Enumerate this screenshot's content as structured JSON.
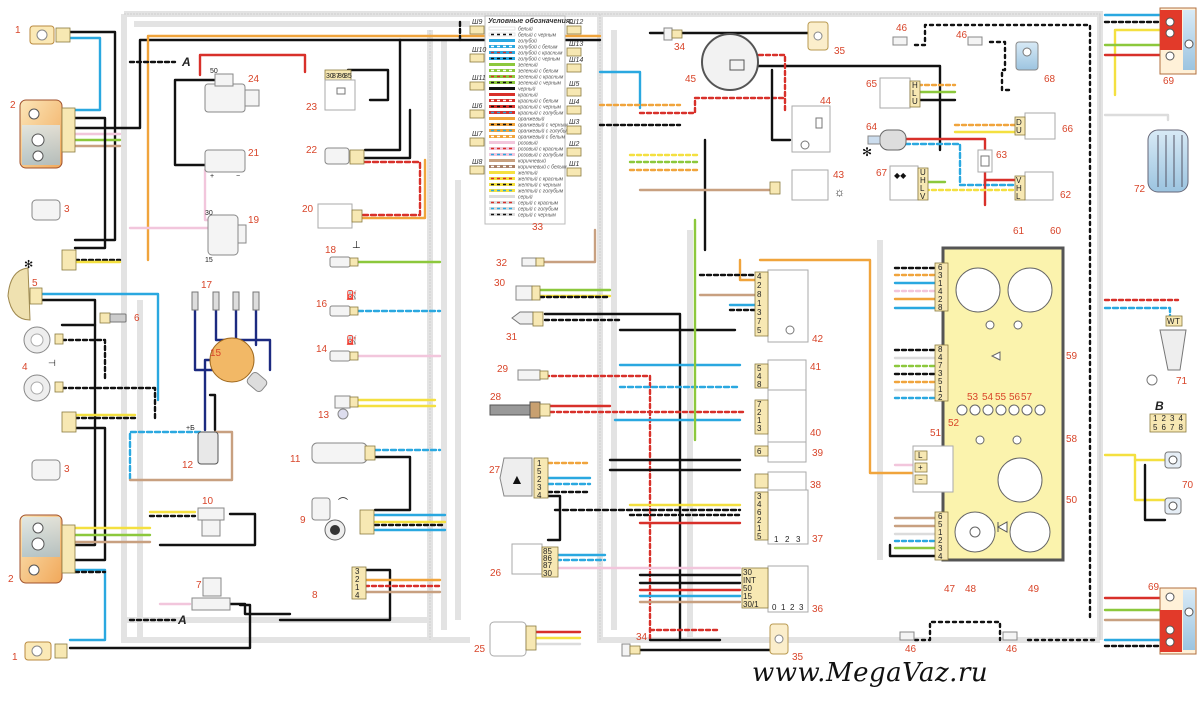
{
  "title_partial": "Схема электрооборудования",
  "legend": {
    "title": "Условные обозначения:",
    "number": "33",
    "entries": [
      {
        "label": "белый",
        "color": "#ffffff",
        "stripe": null
      },
      {
        "label": "белый с черным",
        "color": "#ffffff",
        "stripe": "#111111"
      },
      {
        "label": "голубой",
        "color": "#2aa8e0",
        "stripe": null
      },
      {
        "label": "голубой с белым",
        "color": "#2aa8e0",
        "stripe": "#ffffff"
      },
      {
        "label": "голубой с красным",
        "color": "#2aa8e0",
        "stripe": "#d8302a"
      },
      {
        "label": "голубой с черным",
        "color": "#2aa8e0",
        "stripe": "#111111"
      },
      {
        "label": "зеленый",
        "color": "#8cc83c",
        "stripe": null
      },
      {
        "label": "зеленый с белым",
        "color": "#8cc83c",
        "stripe": "#ffffff"
      },
      {
        "label": "зеленый с красным",
        "color": "#8cc83c",
        "stripe": "#d8302a"
      },
      {
        "label": "зеленый с черным",
        "color": "#8cc83c",
        "stripe": "#111111"
      },
      {
        "label": "черный",
        "color": "#111111",
        "stripe": null
      },
      {
        "label": "красный",
        "color": "#d8302a",
        "stripe": null
      },
      {
        "label": "красный с белым",
        "color": "#d8302a",
        "stripe": "#ffffff"
      },
      {
        "label": "красный с черным",
        "color": "#d8302a",
        "stripe": "#111111"
      },
      {
        "label": "красный с голубым",
        "color": "#d8302a",
        "stripe": "#2aa8e0"
      },
      {
        "label": "оранжевый",
        "color": "#f0a43c",
        "stripe": null
      },
      {
        "label": "оранжевый с черным",
        "color": "#f0a43c",
        "stripe": "#111111"
      },
      {
        "label": "оранжевый с голубым",
        "color": "#f0a43c",
        "stripe": "#2aa8e0"
      },
      {
        "label": "оранжевый с белым",
        "color": "#f0a43c",
        "stripe": "#ffffff"
      },
      {
        "label": "розовый",
        "color": "#f2c6dc",
        "stripe": null
      },
      {
        "label": "розовый с красным",
        "color": "#f2c6dc",
        "stripe": "#d8302a"
      },
      {
        "label": "розовый с голубым",
        "color": "#f2c6dc",
        "stripe": "#2aa8e0"
      },
      {
        "label": "коричневый",
        "color": "#c8a080",
        "stripe": null
      },
      {
        "label": "коричневый с белым",
        "color": "#a88068",
        "stripe": "#ffffff"
      },
      {
        "label": "желтый",
        "color": "#f4e040",
        "stripe": null
      },
      {
        "label": "желтый с красным",
        "color": "#f4e040",
        "stripe": "#d8302a"
      },
      {
        "label": "желтый с черным",
        "color": "#f4e040",
        "stripe": "#111111"
      },
      {
        "label": "желтый с голубым",
        "color": "#f4e040",
        "stripe": "#2aa8e0"
      },
      {
        "label": "серый",
        "color": "#dcdcdc",
        "stripe": null
      },
      {
        "label": "серый с красным",
        "color": "#dcdcdc",
        "stripe": "#d8302a"
      },
      {
        "label": "серый с голубым",
        "color": "#dcdcdc",
        "stripe": "#2aa8e0"
      },
      {
        "label": "серый с черным",
        "color": "#dcdcdc",
        "stripe": "#111111"
      }
    ]
  },
  "connector_blocks_left": [
    "Ш9",
    "Ш10",
    "Ш11",
    "Ш6",
    "Ш7",
    "Ш8"
  ],
  "connector_blocks_right": [
    "Ш12",
    "Ш13",
    "Ш14",
    "Ш5",
    "Ш4",
    "Ш3",
    "Ш2",
    "Ш1"
  ],
  "markers": {
    "a_top": "A",
    "a_bottom": "A",
    "b_label": "B",
    "b_pins": [
      "1",
      "2",
      "3",
      "4",
      "5",
      "6",
      "7",
      "8"
    ]
  },
  "components": {
    "c1": "1",
    "c2": "2",
    "c3": "3",
    "c4": "4",
    "c5": "5",
    "c6": "6",
    "c7": "7",
    "c8": "8",
    "c9": "9",
    "c10": "10",
    "c11": "11",
    "c12": "12",
    "c13": "13",
    "c14": "14",
    "c15": "15",
    "c16": "16",
    "c17": "17",
    "c18": "18",
    "c19": "19",
    "c20": "20",
    "c21": "21",
    "c22": "22",
    "c23": "23",
    "c24": "24",
    "c25": "25",
    "c26": "26",
    "c27": "27",
    "c28": "28",
    "c29": "29",
    "c30": "30",
    "c31": "31",
    "c32": "32",
    "c34": "34",
    "c35": "35",
    "c36": "36",
    "c37": "37",
    "c38": "38",
    "c39": "39",
    "c40": "40",
    "c41": "41",
    "c42": "42",
    "c43": "43",
    "c44": "44",
    "c45": "45",
    "c46": "46",
    "c47": "47",
    "c48": "48",
    "c49": "49",
    "c50": "50",
    "c51": "51",
    "c52": "52",
    "c53": "53",
    "c54": "54",
    "c55": "55",
    "c56": "56",
    "c57": "57",
    "c58": "58",
    "c59": "59",
    "c60": "60",
    "c61": "61",
    "c62": "62",
    "c63": "63",
    "c64": "64",
    "c65": "65",
    "c66": "66",
    "c67": "67",
    "c68": "68",
    "c69": "69",
    "c70": "70",
    "c71": "71",
    "c72": "72"
  },
  "terminals": {
    "relay23": [
      "30",
      "87",
      "86",
      "85"
    ],
    "starter24": "50",
    "generator19": [
      "30",
      "15"
    ],
    "battery21": [
      "+",
      "−"
    ],
    "coil12": "+Б",
    "relay26": [
      "85",
      "86",
      "87",
      "30"
    ],
    "switch27": [
      "1",
      "5",
      "2",
      "3",
      "4"
    ],
    "ignition36": [
      "30",
      "INT",
      "50",
      "15",
      "30/1"
    ],
    "ignition36_pos": [
      "0",
      "1",
      "2",
      "3"
    ],
    "switch37": [
      "3",
      "4",
      "6",
      "2",
      "1",
      "5"
    ],
    "switch37_pos": [
      "1",
      "2",
      "3"
    ],
    "switch40": [
      "7",
      "2",
      "1",
      "3"
    ],
    "switch39": [
      "6"
    ],
    "switch41": [
      "5",
      "4",
      "8"
    ],
    "switch42": [
      "4",
      "2",
      "8",
      "1",
      "3",
      "7",
      "5"
    ],
    "cluster_top": [
      "6",
      "3",
      "1",
      "4",
      "2",
      "8"
    ],
    "cluster_mid": [
      "8",
      "4",
      "7",
      "3",
      "5",
      "1",
      "2"
    ],
    "cluster_bot": [
      "6",
      "5",
      "1",
      "2",
      "3",
      "4"
    ],
    "block51": [
      "L",
      "+",
      "−"
    ],
    "block65": [
      "H",
      "L",
      "U"
    ],
    "block66": [
      "D",
      "U"
    ],
    "block67": [
      "U",
      "H",
      "L",
      "V"
    ],
    "block62": [
      "V",
      "H",
      "L"
    ],
    "sensor71": [
      "W",
      "T"
    ],
    "connector8": [
      "3",
      "2",
      "1",
      "4"
    ]
  },
  "watermark": "www.MegaVaz.ru"
}
